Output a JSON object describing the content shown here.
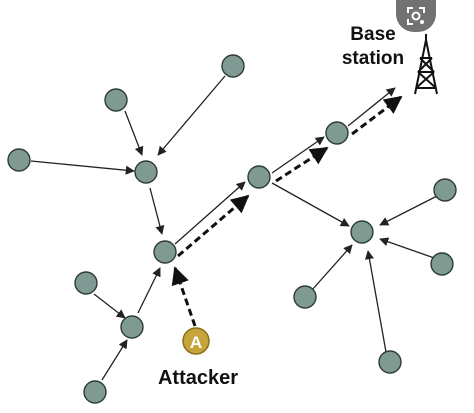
{
  "labels": {
    "base_station_line1": "Base",
    "base_station_line2": "station",
    "attacker_badge": "A",
    "attacker": "Attacker"
  },
  "icons": {
    "overlay_button": "image-search-lens-icon",
    "tower": "radio-tower-icon"
  },
  "colors": {
    "node_fill": "#7f9a92",
    "node_stroke": "#2e3c38",
    "edge": "#222222",
    "attacker_badge": "#c7a43a",
    "overlay_button": "#5f5f5f"
  }
}
